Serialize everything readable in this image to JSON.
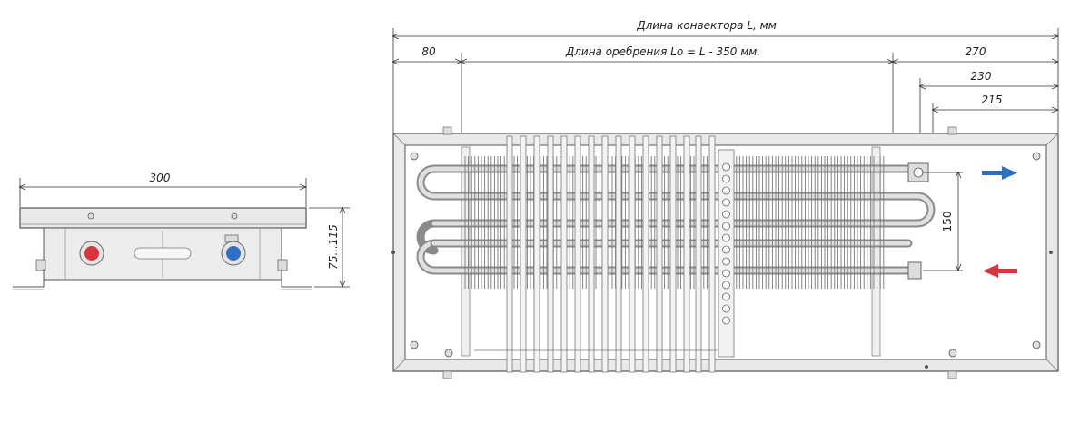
{
  "dimensions": {
    "side_width": "300",
    "side_height": "75...115",
    "convector_length": "Длина конвектора L, мм",
    "offset_left": "80",
    "fin_length": "Длина оребрения Lo = L - 350 мм.",
    "offset_270": "270",
    "offset_230": "230",
    "offset_215": "215",
    "pipe_spacing": "150"
  },
  "colors": {
    "supply": "#2f6fc4",
    "return": "#d9343b",
    "frame": "#e9e9e9"
  }
}
